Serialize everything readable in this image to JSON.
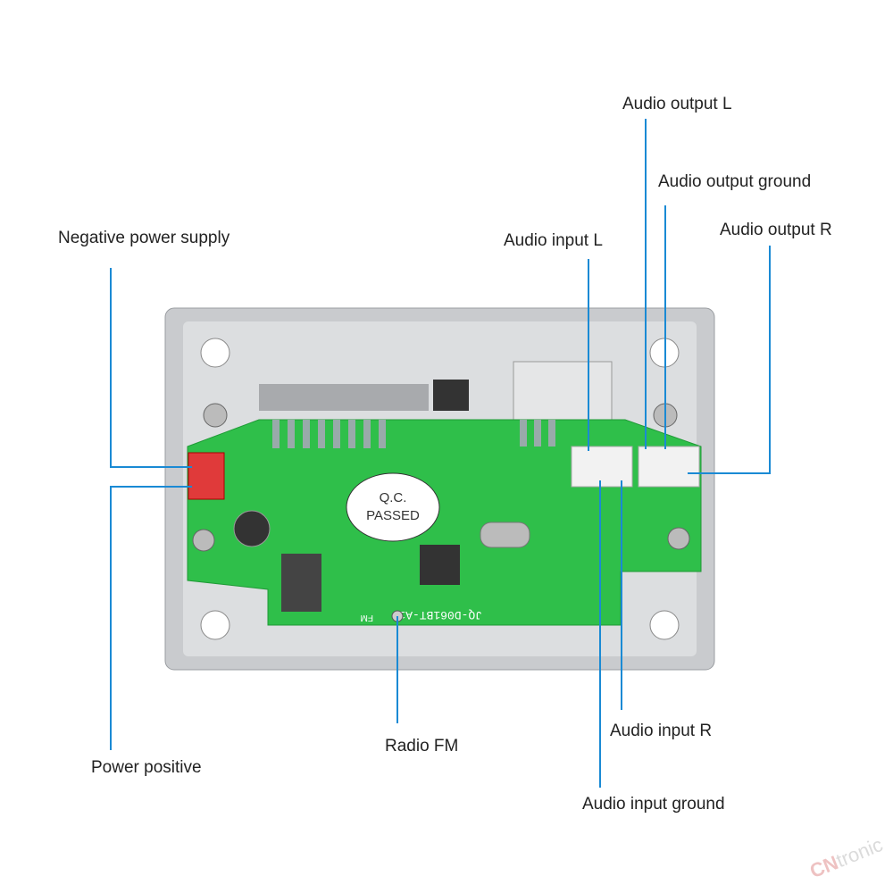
{
  "labels": {
    "audio_output_l": "Audio output L",
    "audio_output_ground": "Audio output ground",
    "audio_output_r": "Audio output R",
    "audio_input_l": "Audio input L",
    "negative_power_supply": "Negative power supply",
    "power_positive": "Power positive",
    "radio_fm": "Radio FM",
    "audio_input_r": "Audio input R",
    "audio_input_ground": "Audio input ground"
  },
  "board": {
    "sticker": [
      "Q.C.",
      "PASSED"
    ],
    "model": "JQ-D061BT-A1",
    "fm_mark": "FM"
  },
  "watermark": {
    "brand_prefix": "CN",
    "brand_suffix": "tronic"
  },
  "colors": {
    "callout_line": "#1a8ad4",
    "pcb": "#2fbf4a",
    "plate": "#c9cbce"
  }
}
